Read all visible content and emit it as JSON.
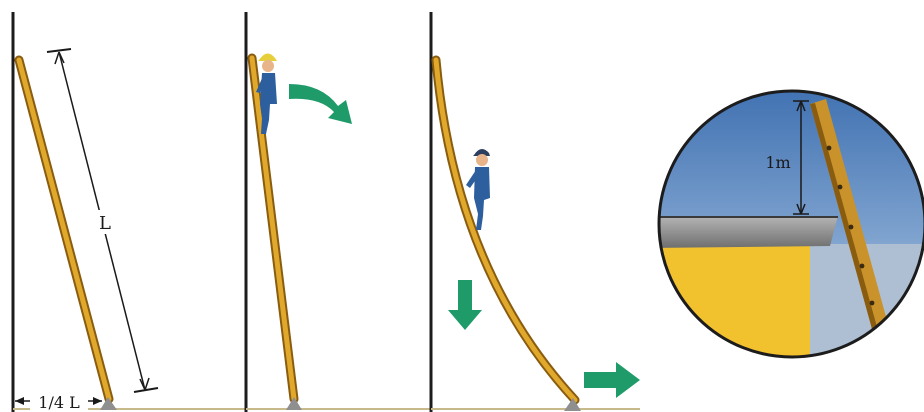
{
  "panel1": {
    "length_label": "L",
    "base_label": "1/4 L"
  },
  "panel4": {
    "height_label": "1m"
  },
  "colors": {
    "wall": "#1c1c1c",
    "ladder": "#e0a92c",
    "ladder_edge": "#8a5c10",
    "arrow": "#1f9b6a",
    "worker": "#2d5e9e",
    "helmet": "#e6cf3a",
    "sky_top": "#3d6fb0",
    "sky_bottom": "#e3ecf5",
    "roof": "#8a8a8a",
    "wall_yellow": "#f2c12e"
  },
  "icons": [
    "worker-icon",
    "curved-arrow-icon",
    "down-arrow-icon",
    "right-arrow-icon"
  ]
}
